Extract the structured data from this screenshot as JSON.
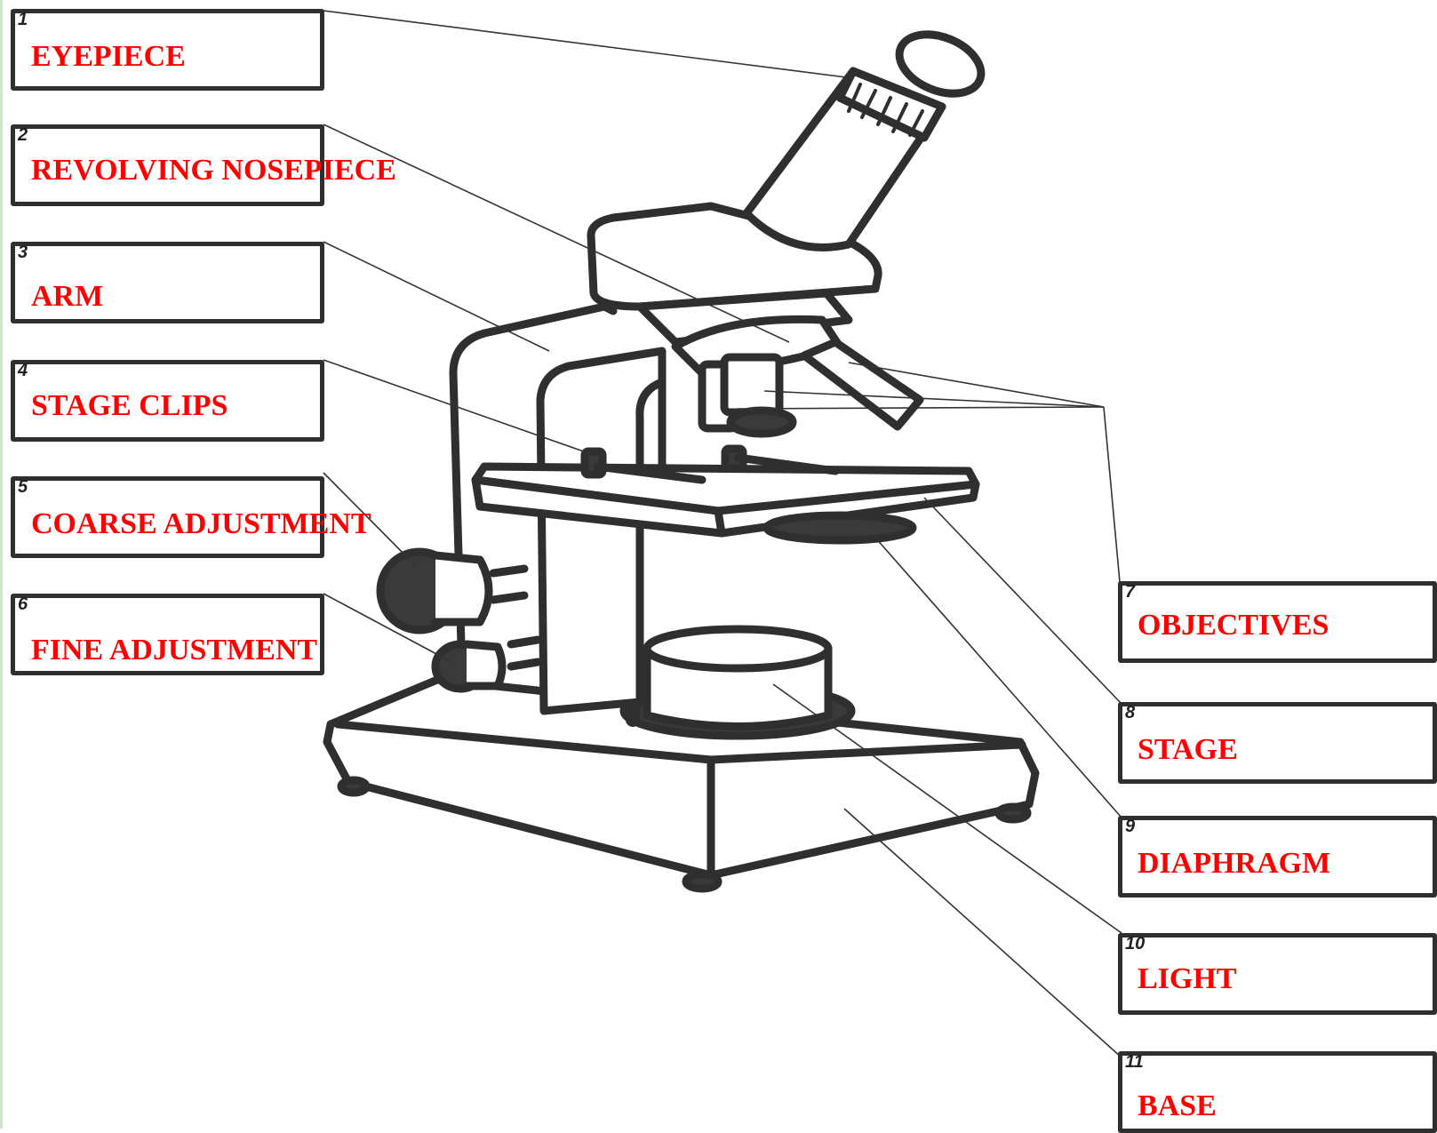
{
  "colors": {
    "label_text": "#ff0000",
    "ink": "#2f2f2f",
    "leader": "#333333",
    "fill_dark": "#3a3a3a"
  },
  "diagram": {
    "labels": [
      {
        "number": "1",
        "text": "EYEPIECE"
      },
      {
        "number": "2",
        "text": "REVOLVING  NOSEPIECE"
      },
      {
        "number": "3",
        "text": "ARM"
      },
      {
        "number": "4",
        "text": "STAGE CLIPS"
      },
      {
        "number": "5",
        "text": "COARSE ADJUSTMENT"
      },
      {
        "number": "6",
        "text": "FINE ADJUSTMENT"
      },
      {
        "number": "7",
        "text": "OBJECTIVES"
      },
      {
        "number": "8",
        "text": "STAGE"
      },
      {
        "number": "9",
        "text": "DIAPHRAGM"
      },
      {
        "number": "10",
        "text": "LIGHT"
      },
      {
        "number": "11",
        "text": "BASE"
      }
    ]
  }
}
